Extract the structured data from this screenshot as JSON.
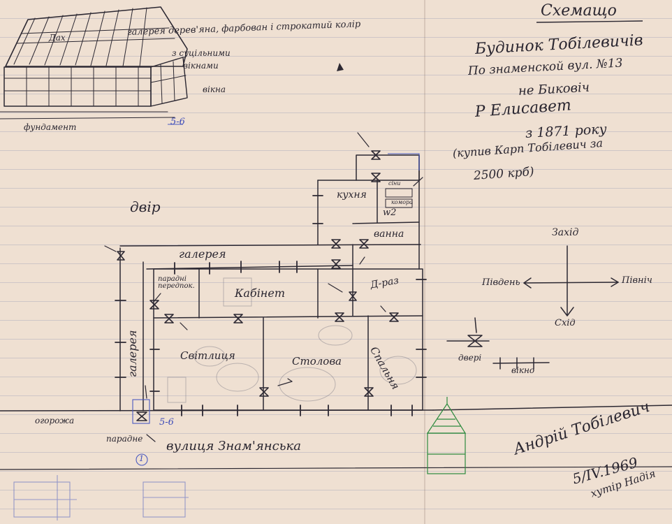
{
  "header": {
    "scheme": "Схемащо",
    "title_lines": [
      "Будинок Тобілевичів",
      "По знаменской вул. №13",
      "не Биковіч",
      "Р Елисавет",
      "з 1871 року",
      "(купив Карп Тобілевич за",
      "2500 крб)"
    ]
  },
  "sketch": {
    "gallery_note": "галерея дерев'яна, фарбован і строкатий колір",
    "columns_note_1": "з суцільними",
    "columns_note_2": "вікнами",
    "window_note": "вікна",
    "foundation": "фундамент",
    "scale_mark": "5-6",
    "roof_label": "Дах"
  },
  "plan": {
    "yard": "двір",
    "gallery_top": "галерея",
    "gallery_left": "галерея",
    "kitchen": "кухня",
    "bath": "ванна",
    "pantry": "w2",
    "hallway": "Д-раз",
    "front_room": "парадні передпок.",
    "cabinet": "Кабінет",
    "living": "Світлиця",
    "dining": "Столова",
    "bedroom": "Спальня",
    "small_labels": [
      "сіни",
      "комора"
    ],
    "blue_mark": "5-6",
    "entrance": "парадне",
    "circle_num": "1",
    "street": "вулиця Знам'янська",
    "fence": "огорожа"
  },
  "compass": {
    "north": "Захід",
    "south": "Схід",
    "west": "Південь",
    "east": "Північ"
  },
  "legend": {
    "door": "двері",
    "window": "вікно"
  },
  "signature": {
    "name": "Андрій Тобілевич",
    "date": "5/IV.1969",
    "place": "хутір Надія"
  }
}
